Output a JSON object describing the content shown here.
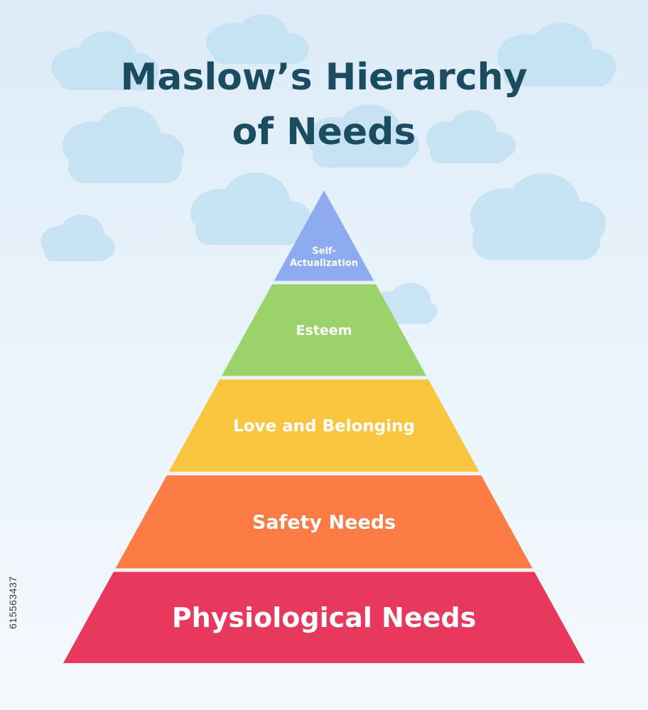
{
  "title_lines": [
    "Maslow’s Hierarchy",
    "of Needs"
  ],
  "tiers": [
    {
      "label_lines": [
        "Self-",
        "Actualization"
      ],
      "color": "#8eabf2"
    },
    {
      "label_lines": [
        "Esteem"
      ],
      "color": "#9bd36a"
    },
    {
      "label_lines": [
        "Love and Belonging"
      ],
      "color": "#fbc63f"
    },
    {
      "label_lines": [
        "Safety Needs"
      ],
      "color": "#fd7c46"
    },
    {
      "label_lines": [
        "Physiological Needs"
      ],
      "color": "#e8385e"
    }
  ],
  "stock_id": "615563437"
}
